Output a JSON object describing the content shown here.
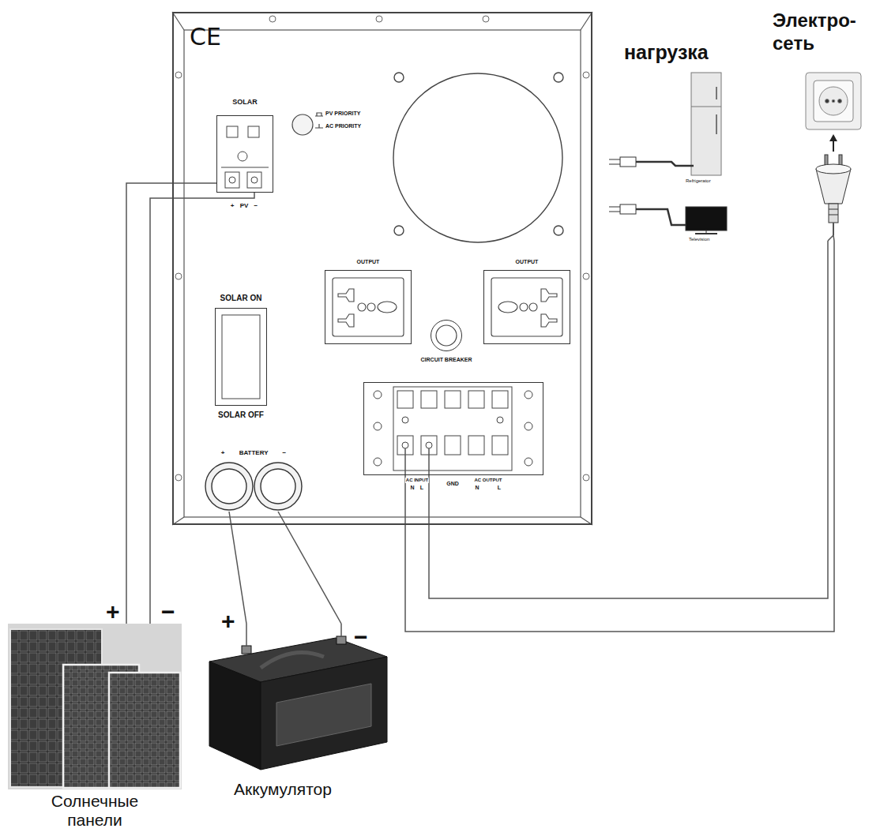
{
  "diagram": {
    "nodes": [
      {
        "text": [
          "CE"
        ]
      },
      {
        "text": [
          "SOLAR",
          "+ PV −"
        ],
        "in": 0
      },
      {
        "text": [
          "SOLAR ON",
          "SOLAR OFF"
        ],
        "in": 0
      },
      {
        "text": [
          "OUTPUT"
        ],
        "in": 0
      },
      {
        "text": [
          "OUTPUT"
        ],
        "in": 0
      },
      {
        "text": [
          "CIRCUIT BREAKER"
        ],
        "in": 0
      },
      {
        "text": [
          "+ BATTERY −"
        ],
        "in": 0
      },
      {
        "text": [
          "AC INPUT",
          "N",
          "L",
          "GND",
          "AC OUTPUT",
          "N",
          "L"
        ],
        "in": 0
      },
      {
        "text": [
          "Солнечные панели"
        ]
      },
      {
        "text": [
          "Аккумулятор"
        ]
      },
      {
        "text": [
          "нагрузка"
        ]
      },
      {
        "text": [
          "Электро- сеть"
        ]
      }
    ],
    "edges": [
      {
        "from": 8,
        "to": 1,
        "label": "+",
        "arrow": "none"
      },
      {
        "from": 8,
        "to": 1,
        "label": "−",
        "arrow": "none"
      },
      {
        "from": 9,
        "to": 6,
        "label": "+",
        "arrow": "none"
      },
      {
        "from": 9,
        "to": 6,
        "label": "−",
        "arrow": "none"
      },
      {
        "from": 11,
        "to": 7,
        "arrow": "none"
      },
      {
        "from": 11,
        "to": 7,
        "arrow": "none"
      }
    ],
    "labels": [
      "PV PRIORITY",
      "AC PRIORITY",
      "Refrigerator",
      "Television"
    ]
  }
}
